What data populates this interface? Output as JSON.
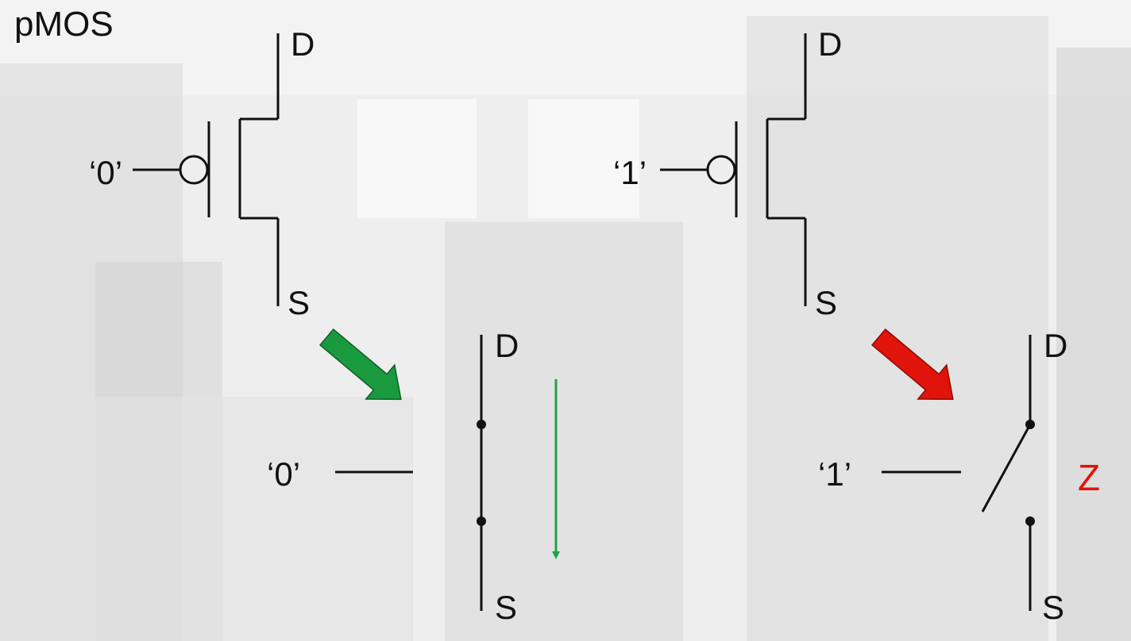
{
  "title": "pMOS",
  "colors": {
    "wire": "#111111",
    "on_arrow": "#1a9a3e",
    "current_arrow": "#1fa34a",
    "off_arrow": "#e0140a",
    "z_label": "#e0140a"
  },
  "left_transistor": {
    "gate_input": "‘0’",
    "drain_label": "D",
    "source_label": "S"
  },
  "right_transistor": {
    "gate_input": "‘1’",
    "drain_label": "D",
    "source_label": "S"
  },
  "closed_switch": {
    "gate_input": "‘0’",
    "drain_label": "D",
    "source_label": "S"
  },
  "open_switch": {
    "gate_input": "‘1’",
    "drain_label": "D",
    "source_label": "S",
    "state_label": "Z"
  }
}
